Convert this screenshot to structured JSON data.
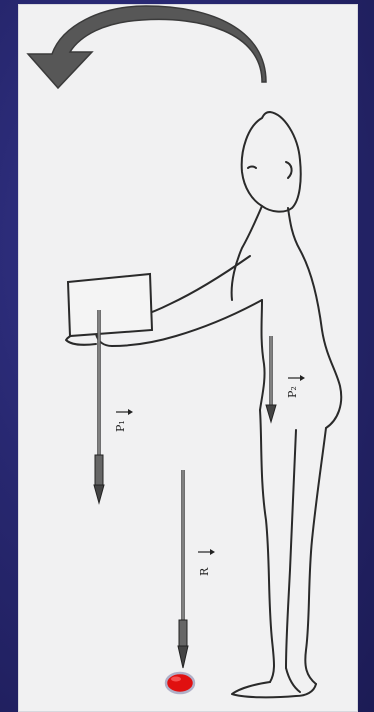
{
  "figure": {
    "background": "#26246a",
    "panel_color": "#f1f1f2",
    "rotation_arrow_color": "#555555",
    "ground_point_color": "#e01010"
  },
  "vectors": {
    "box_weight": {
      "label": "P₁"
    },
    "body_weight": {
      "label": "P₂"
    },
    "reaction": {
      "label": "R"
    }
  }
}
